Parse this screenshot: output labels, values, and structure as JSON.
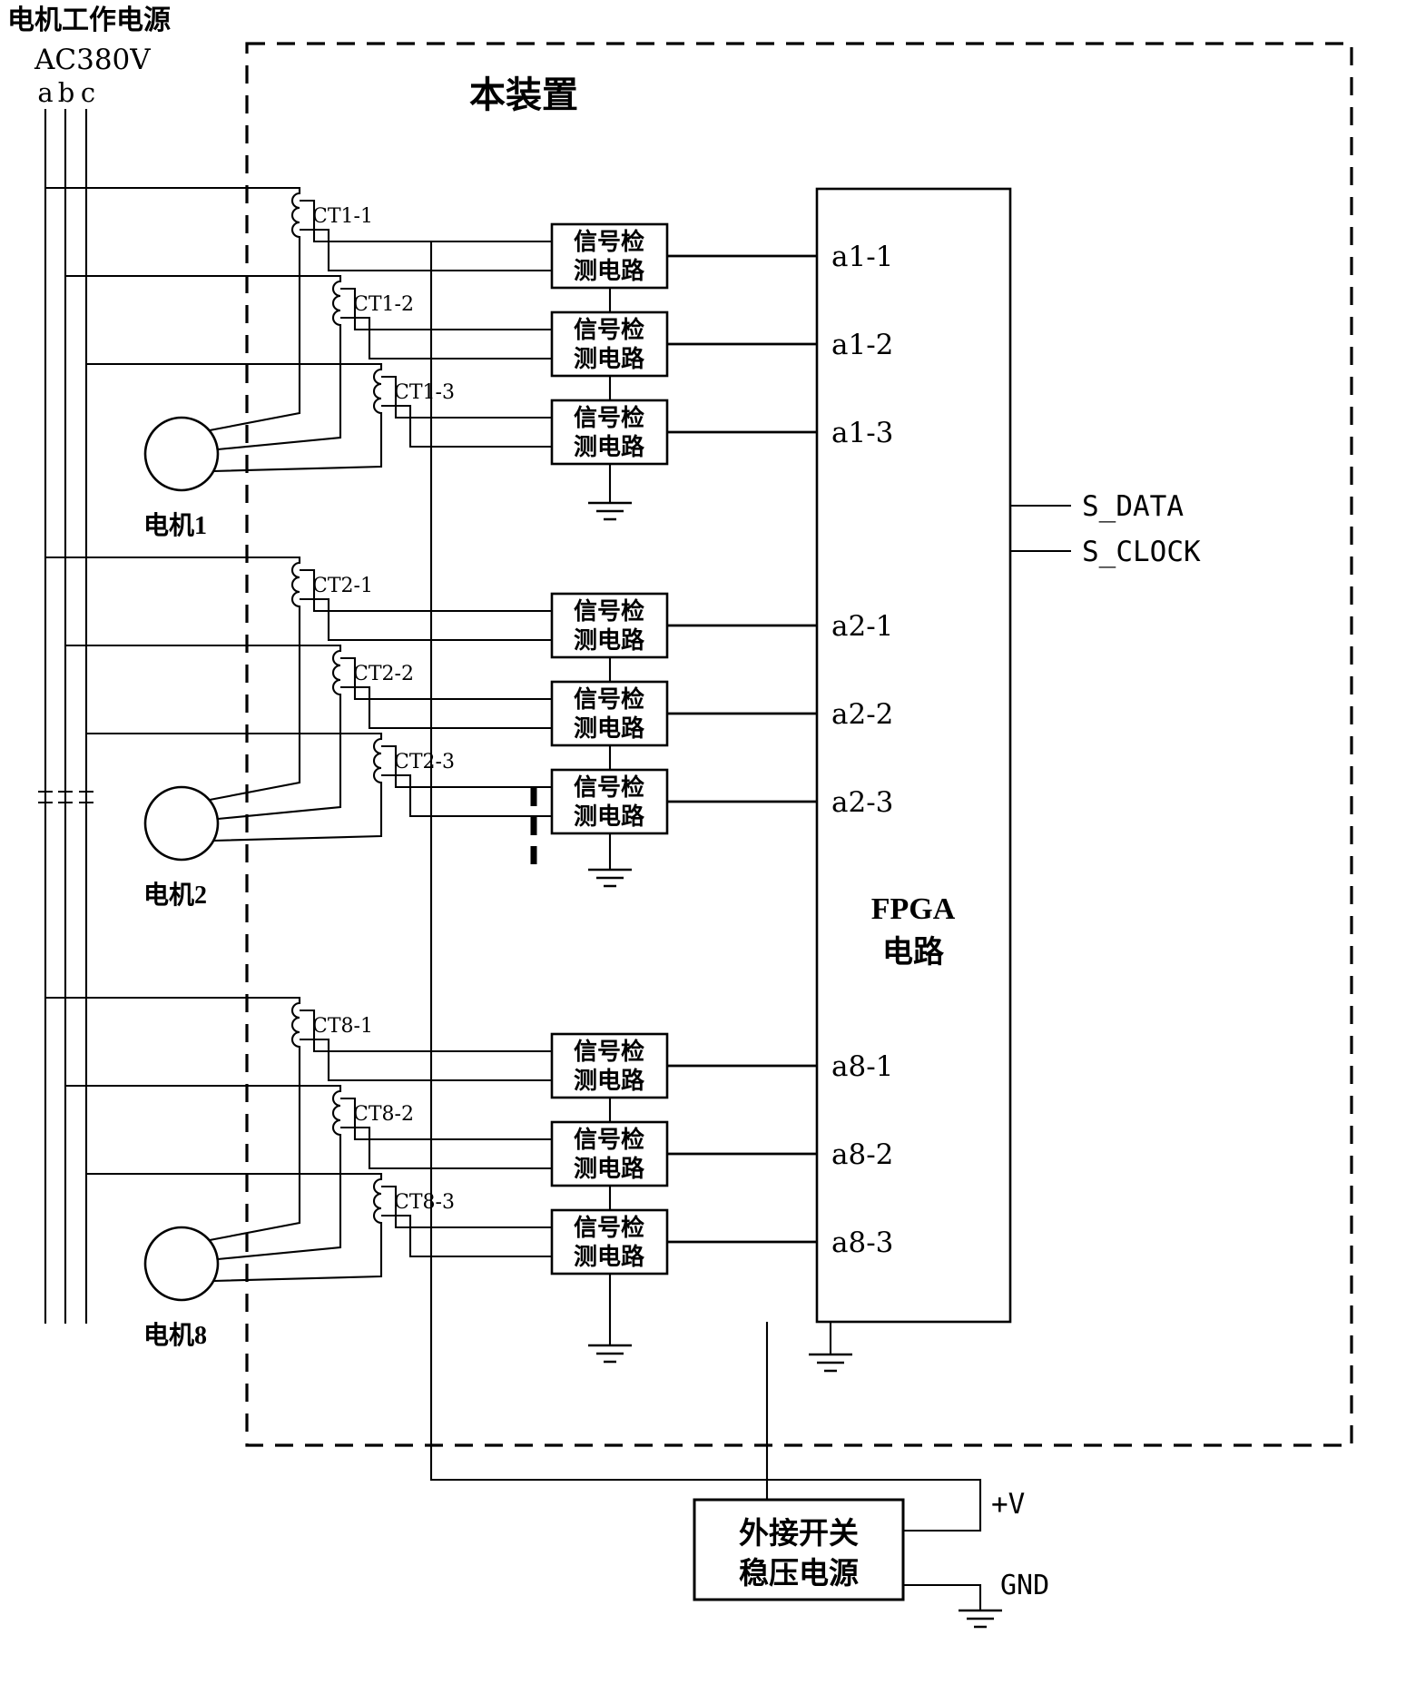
{
  "header": {
    "supply_title": "电机工作电源",
    "supply_voltage": "AC380V",
    "phases": [
      "a",
      "b",
      "c"
    ]
  },
  "device": {
    "title": "本装置",
    "detector": {
      "line1": "信号检",
      "line2": "测电路"
    },
    "fpga": {
      "name": "FPGA",
      "name2": "电路",
      "pins": [
        "a1-1",
        "a1-2",
        "a1-3",
        "a2-1",
        "a2-2",
        "a2-3",
        "a8-1",
        "a8-2",
        "a8-3"
      ],
      "outputs": [
        "S_DATA",
        "S_CLOCK"
      ]
    }
  },
  "groups": [
    {
      "motor": "电机1",
      "cts": [
        "CT1-1",
        "CT1-2",
        "CT1-3"
      ]
    },
    {
      "motor": "电机2",
      "cts": [
        "CT2-1",
        "CT2-2",
        "CT2-3"
      ]
    },
    {
      "motor": "电机8",
      "cts": [
        "CT8-1",
        "CT8-2",
        "CT8-3"
      ]
    }
  ],
  "power_supply": {
    "line1": "外接开关",
    "line2": "稳压电源",
    "vplus": "+V",
    "gnd": "GND"
  }
}
